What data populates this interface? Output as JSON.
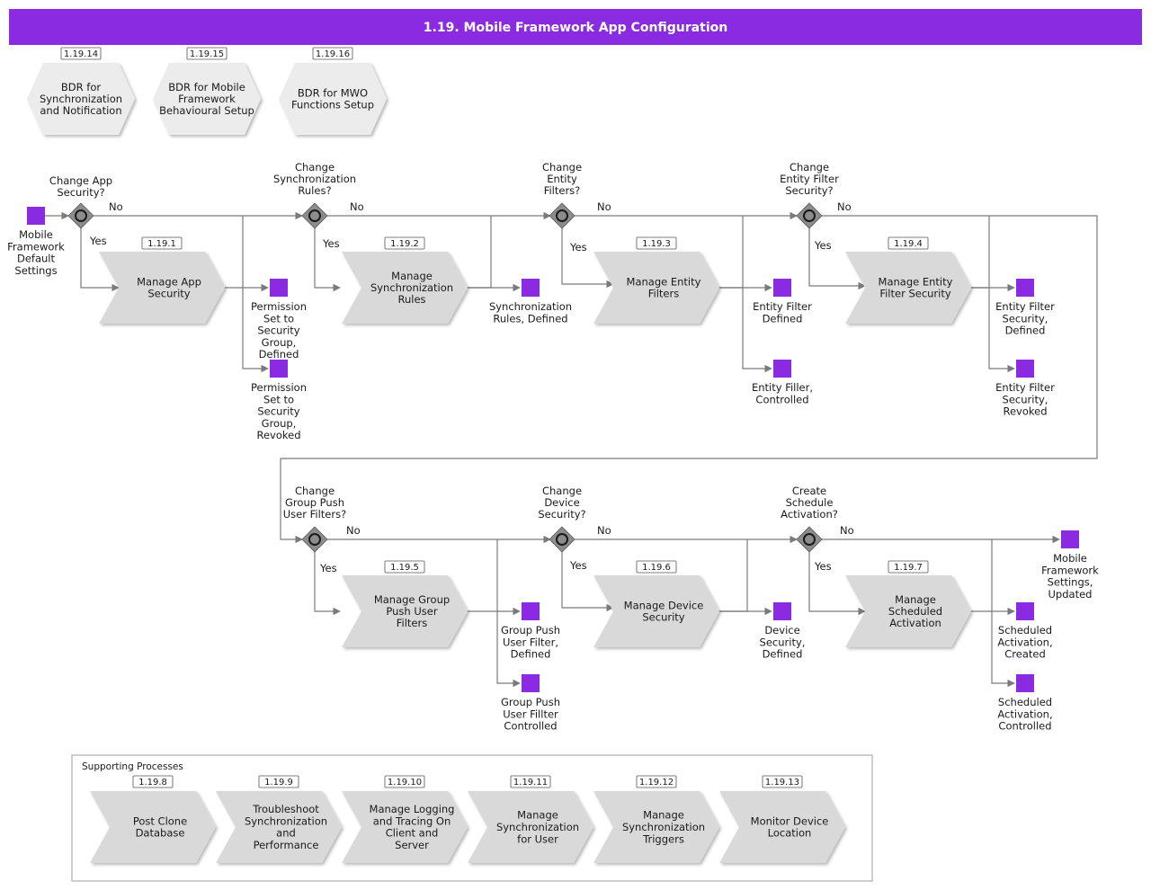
{
  "title": "1.19. Mobile Framework App Configuration",
  "colors": {
    "header": "#8a2be2",
    "event": "#8a2be2",
    "process": "#d9d9d9",
    "hexagon": "#ececec",
    "gateway": "#8c8c8c",
    "line": "#7a7a7a"
  },
  "bdr": [
    {
      "code": "1.19.14",
      "lines": [
        "BDR for",
        "Synchronization",
        "and Notification"
      ]
    },
    {
      "code": "1.19.15",
      "lines": [
        "BDR for Mobile",
        "Framework",
        "Behavioural Setup"
      ]
    },
    {
      "code": "1.19.16",
      "lines": [
        "BDR for MWO",
        "Functions Setup"
      ]
    }
  ],
  "start_event": [
    "Mobile",
    "Framework",
    "Default",
    "Settings"
  ],
  "gateways": [
    {
      "lines": [
        "Change App",
        "Security?"
      ]
    },
    {
      "lines": [
        "Change",
        "Synchronization",
        "Rules?"
      ]
    },
    {
      "lines": [
        "Change",
        "Entity",
        "Filters?"
      ]
    },
    {
      "lines": [
        "Change",
        "Entity Filter",
        "Security?"
      ]
    },
    {
      "lines": [
        "Change",
        "Group Push",
        "User Filters?"
      ]
    },
    {
      "lines": [
        "Change",
        "Device",
        "Security?"
      ]
    },
    {
      "lines": [
        "Create",
        "Schedule",
        "Activation?"
      ]
    }
  ],
  "yes_label": "Yes",
  "no_label": "No",
  "processes": [
    {
      "code": "1.19.1",
      "lines": [
        "Manage App",
        "Security"
      ]
    },
    {
      "code": "1.19.2",
      "lines": [
        "Manage",
        "Synchronization",
        "Rules"
      ]
    },
    {
      "code": "1.19.3",
      "lines": [
        "Manage Entity",
        "Filters"
      ]
    },
    {
      "code": "1.19.4",
      "lines": [
        "Manage Entity",
        "Filter Security"
      ]
    },
    {
      "code": "1.19.5",
      "lines": [
        "Manage Group",
        "Push User",
        "Filters"
      ]
    },
    {
      "code": "1.19.6",
      "lines": [
        "Manage Device",
        "Security"
      ]
    },
    {
      "code": "1.19.7",
      "lines": [
        "Manage",
        "Scheduled",
        "Activation"
      ]
    }
  ],
  "events": [
    {
      "lines": [
        "Permission",
        "Set to",
        "Security",
        "Group,",
        "Defined"
      ]
    },
    {
      "lines": [
        "Permission",
        "Set to",
        "Security",
        "Group,",
        "Revoked"
      ]
    },
    {
      "lines": [
        "Synchronization",
        "Rules, Defined"
      ]
    },
    {
      "lines": [
        "Entity Filter",
        "Defined"
      ]
    },
    {
      "lines": [
        "Entity Filler,",
        "Controlled"
      ]
    },
    {
      "lines": [
        "Entity Filter",
        "Security,",
        "Defined"
      ]
    },
    {
      "lines": [
        "Entity Filter",
        "Security,",
        "Revoked"
      ]
    },
    {
      "lines": [
        "Group Push",
        "User Filter,",
        "Defined"
      ]
    },
    {
      "lines": [
        "Group Push",
        "User Fillter",
        "Controlled"
      ]
    },
    {
      "lines": [
        "Device",
        "Security,",
        "Defined"
      ]
    },
    {
      "lines": [
        "Scheduled",
        "Activation,",
        "Created"
      ]
    },
    {
      "lines": [
        "Scheduled",
        "Activation,",
        "Controlled"
      ]
    },
    {
      "lines": [
        "Mobile",
        "Framework",
        "Settings,",
        "Updated"
      ]
    }
  ],
  "supporting": {
    "title": "Supporting Processes",
    "items": [
      {
        "code": "1.19.8",
        "lines": [
          "Post Clone",
          "Database"
        ]
      },
      {
        "code": "1.19.9",
        "lines": [
          "Troubleshoot",
          "Synchronization",
          "and",
          "Performance"
        ]
      },
      {
        "code": "1.19.10",
        "lines": [
          "Manage Logging",
          "and Tracing On",
          "Client and",
          "Server"
        ]
      },
      {
        "code": "1.19.11",
        "lines": [
          "Manage",
          "Synchronization",
          "for User"
        ]
      },
      {
        "code": "1.19.12",
        "lines": [
          "Manage",
          "Synchronization",
          "Triggers"
        ]
      },
      {
        "code": "1.19.13",
        "lines": [
          "Monitor Device",
          "Location"
        ]
      }
    ]
  }
}
